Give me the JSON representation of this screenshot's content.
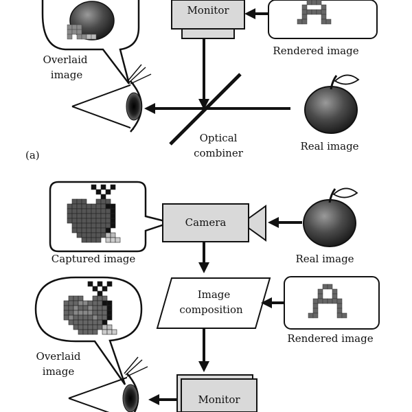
{
  "part_a": {
    "monitor_label": "Monitor",
    "rendered_image_label": "Rendered image",
    "overlaid_image_label_line1": "Overlaid",
    "overlaid_image_label_line2": "image",
    "optical_combiner_line1": "Optical",
    "optical_combiner_line2": "combiner",
    "real_image_label": "Real image",
    "panel_tag": "(a)"
  },
  "part_b": {
    "camera_label": "Camera",
    "captured_image_label": "Captured image",
    "real_image_label": "Real image",
    "image_composition_line1": "Image",
    "image_composition_line2": "composition",
    "rendered_image_label": "Rendered image",
    "overlaid_image_label_line1": "Overlaid",
    "overlaid_image_label_line2": "image",
    "monitor_label": "Monitor"
  },
  "rendered_glyph": "A",
  "colors": {
    "box_fill": "#d9d9d9",
    "stroke": "#111111",
    "apple_dark": "#3a3a3a",
    "apple_mid": "#6e6e6e",
    "pixel_fill": "#666666",
    "pixel_light": "#bdbdbd"
  }
}
